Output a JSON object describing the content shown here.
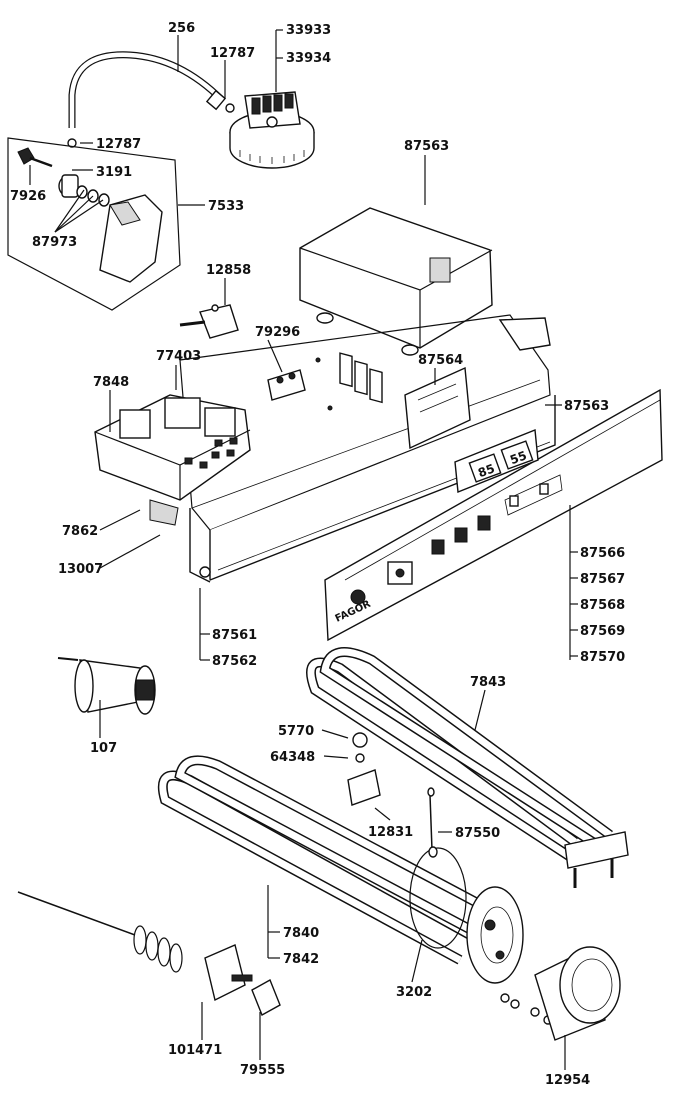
{
  "labels": {
    "p256": "256",
    "p12787a": "12787",
    "p33933": "33933",
    "p33934": "33934",
    "p12787b": "12787",
    "p3191": "3191",
    "p7926": "7926",
    "p7533": "7533",
    "p87973": "87973",
    "p87563a": "87563",
    "p12858": "12858",
    "p79296": "79296",
    "p77403": "77403",
    "p7848": "7848",
    "p87564": "87564",
    "p87563b": "87563",
    "p7862": "7862",
    "p13007": "13007",
    "p87566": "87566",
    "p87567": "87567",
    "p87568": "87568",
    "p87569": "87569",
    "p87570": "87570",
    "p87561": "87561",
    "p87562": "87562",
    "p107": "107",
    "p7843": "7843",
    "p5770": "5770",
    "p64348": "64348",
    "p12831": "12831",
    "p87550": "87550",
    "p7840": "7840",
    "p7842": "7842",
    "p3202": "3202",
    "p101471": "101471",
    "p79555": "79555",
    "p12954": "12954"
  },
  "panel": {
    "brand": "FAGOR",
    "display_left": "85",
    "display_right": "55"
  }
}
